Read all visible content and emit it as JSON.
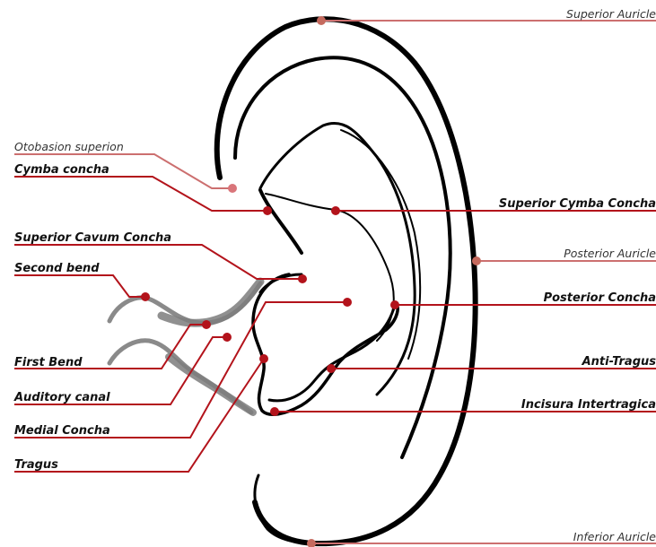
{
  "colors": {
    "primary_line": "#b3131b",
    "secondary_line": "#cc6f6f",
    "ear_outline": "#000000",
    "canal_shade": "#8a8a8a"
  },
  "labels": {
    "superior_auricle": "Superior Auricle",
    "otobasion_superion": "Otobasion superion",
    "cymba_concha": "Cymba concha",
    "superior_cymba_concha": "Superior Cymba Concha",
    "superior_cavum_concha": "Superior Cavum Concha",
    "posterior_auricle": "Posterior Auricle",
    "second_bend": "Second bend",
    "posterior_concha": "Posterior Concha",
    "first_bend": "First Bend",
    "anti_tragus": "Anti-Tragus",
    "auditory_canal": "Auditory canal",
    "incisura_intertragica": "Incisura Intertragica",
    "medial_concha": "Medial Concha",
    "tragus": "Tragus",
    "inferior_auricle": "Inferior Auricle"
  }
}
